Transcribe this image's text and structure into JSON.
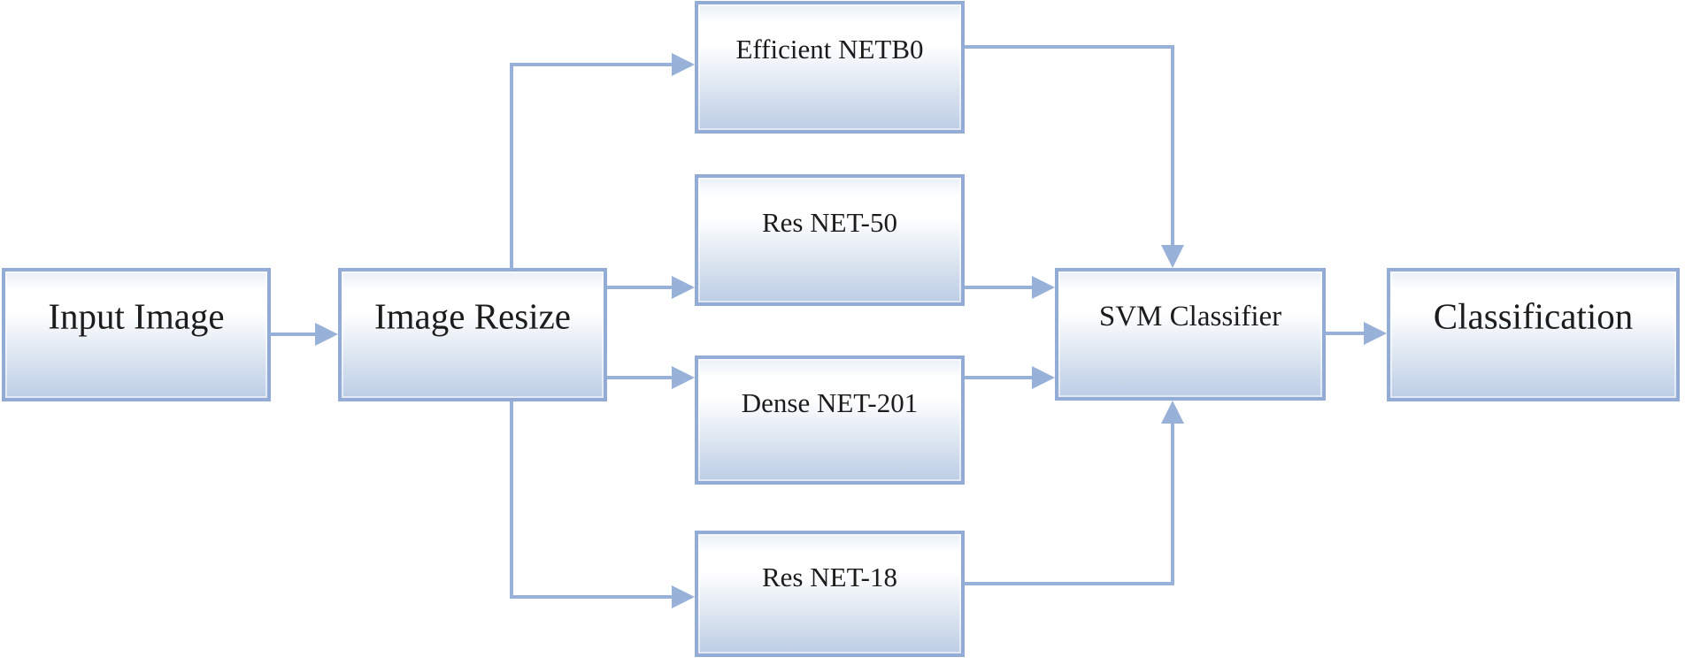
{
  "diagram": {
    "type": "flowchart",
    "description": "Ensemble deep-feature classification pipeline",
    "nodes": [
      {
        "id": "input-image",
        "label": "Input Image"
      },
      {
        "id": "image-resize",
        "label": "Image Resize"
      },
      {
        "id": "efficient-netb0",
        "label": "Efficient NETB0"
      },
      {
        "id": "res-net-50",
        "label": "Res NET-50"
      },
      {
        "id": "dense-net-201",
        "label": "Dense NET-201"
      },
      {
        "id": "res-net-18",
        "label": "Res NET-18"
      },
      {
        "id": "svm-classifier",
        "label": "SVM Classifier"
      },
      {
        "id": "classification",
        "label": "Classification"
      }
    ],
    "edges": [
      {
        "from": "input-image",
        "to": "image-resize"
      },
      {
        "from": "image-resize",
        "to": "efficient-netb0"
      },
      {
        "from": "image-resize",
        "to": "res-net-50"
      },
      {
        "from": "image-resize",
        "to": "dense-net-201"
      },
      {
        "from": "image-resize",
        "to": "res-net-18"
      },
      {
        "from": "efficient-netb0",
        "to": "svm-classifier"
      },
      {
        "from": "res-net-50",
        "to": "svm-classifier"
      },
      {
        "from": "dense-net-201",
        "to": "svm-classifier"
      },
      {
        "from": "res-net-18",
        "to": "svm-classifier"
      },
      {
        "from": "svm-classifier",
        "to": "classification"
      }
    ],
    "colors": {
      "line": "#97b1d8",
      "node_border": "#92acd5",
      "node_fill_bottom": "#bccde5",
      "text": "#1c1c1c",
      "background": "#ffffff"
    }
  }
}
